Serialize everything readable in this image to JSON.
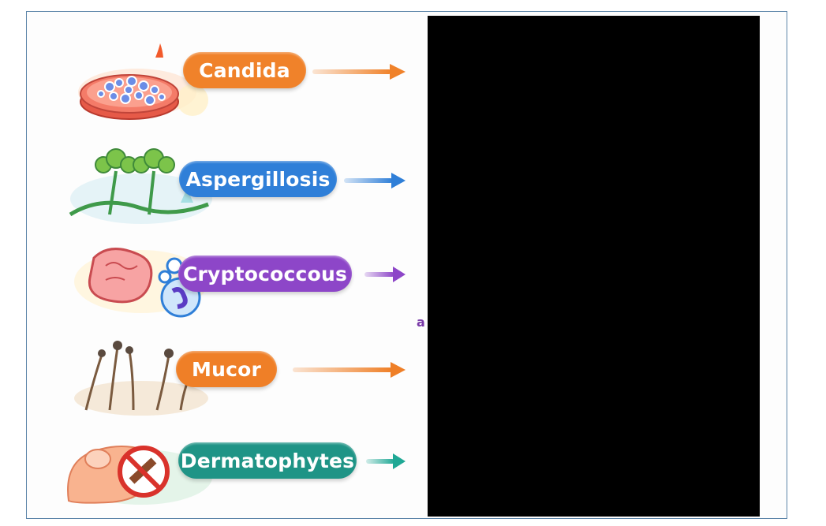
{
  "items": [
    {
      "label": "Candida",
      "color": "#f0822a",
      "illustration": "petri-dish-icon"
    },
    {
      "label": "Aspergillosis",
      "color": "#2f7fd8",
      "illustration": "mold-branches-icon"
    },
    {
      "label": "Cryptococcous",
      "color": "#8d46c8",
      "illustration": "brain-cells-icon"
    },
    {
      "label": "Mucor",
      "color": "#ef7f27",
      "illustration": "mucor-stalks-icon"
    },
    {
      "label": "Dermatophytes",
      "color": "#1f9486",
      "illustration": "foot-no-fungus-icon"
    }
  ],
  "fragment_text": "a"
}
